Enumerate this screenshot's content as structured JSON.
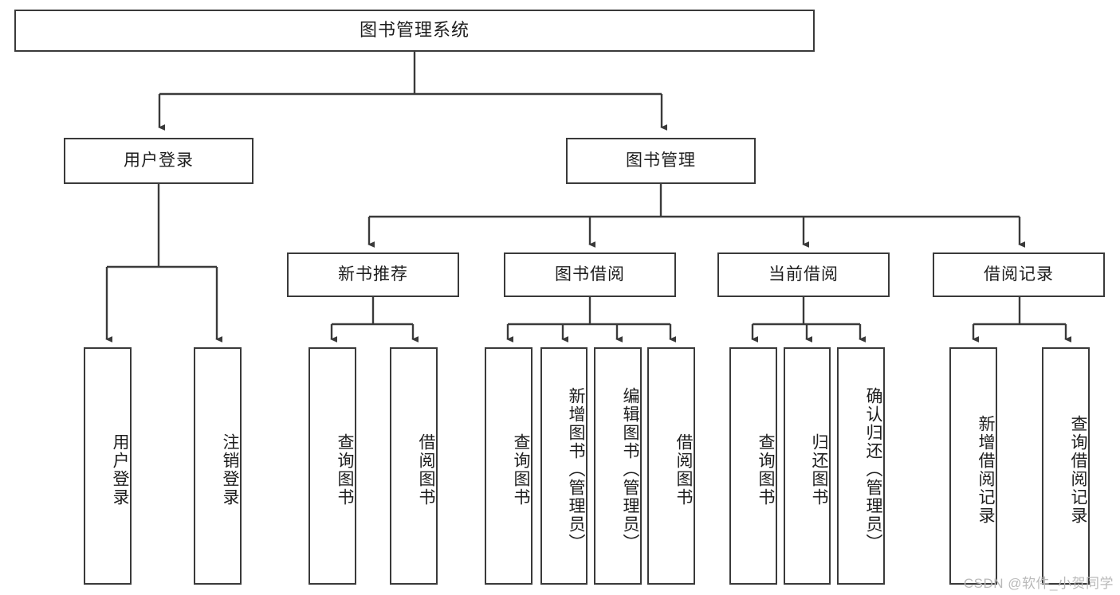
{
  "diagram": {
    "title": "图书管理系统",
    "root": {
      "label": "图书管理系统"
    },
    "level2": [
      {
        "label": "用户登录"
      },
      {
        "label": "图书管理"
      }
    ],
    "level3": [
      {
        "label": "新书推荐"
      },
      {
        "label": "图书借阅"
      },
      {
        "label": "当前借阅"
      },
      {
        "label": "借阅记录"
      }
    ],
    "leaves": {
      "user_login": [
        {
          "label": "用户登录"
        },
        {
          "label": "注销登录"
        }
      ],
      "new_book_recommend": [
        {
          "label": "查询图书"
        },
        {
          "label": "借阅图书"
        }
      ],
      "book_borrow": [
        {
          "label": "查询图书"
        },
        {
          "label": "新增图书（管理员）"
        },
        {
          "label": "编辑图书（管理员）"
        },
        {
          "label": "借阅图书"
        }
      ],
      "current_borrow": [
        {
          "label": "查询图书"
        },
        {
          "label": "归还图书"
        },
        {
          "label": "确认归还（管理员）"
        }
      ],
      "borrow_records": [
        {
          "label": "新增借阅记录"
        },
        {
          "label": "查询借阅记录"
        }
      ]
    }
  },
  "watermark": {
    "text": "CSDN @软件_小贺同学"
  },
  "colors": {
    "stroke": "#3a3a3a",
    "text": "#1d1d1d",
    "background": "#ffffff",
    "watermark": "#b9b9b9"
  }
}
